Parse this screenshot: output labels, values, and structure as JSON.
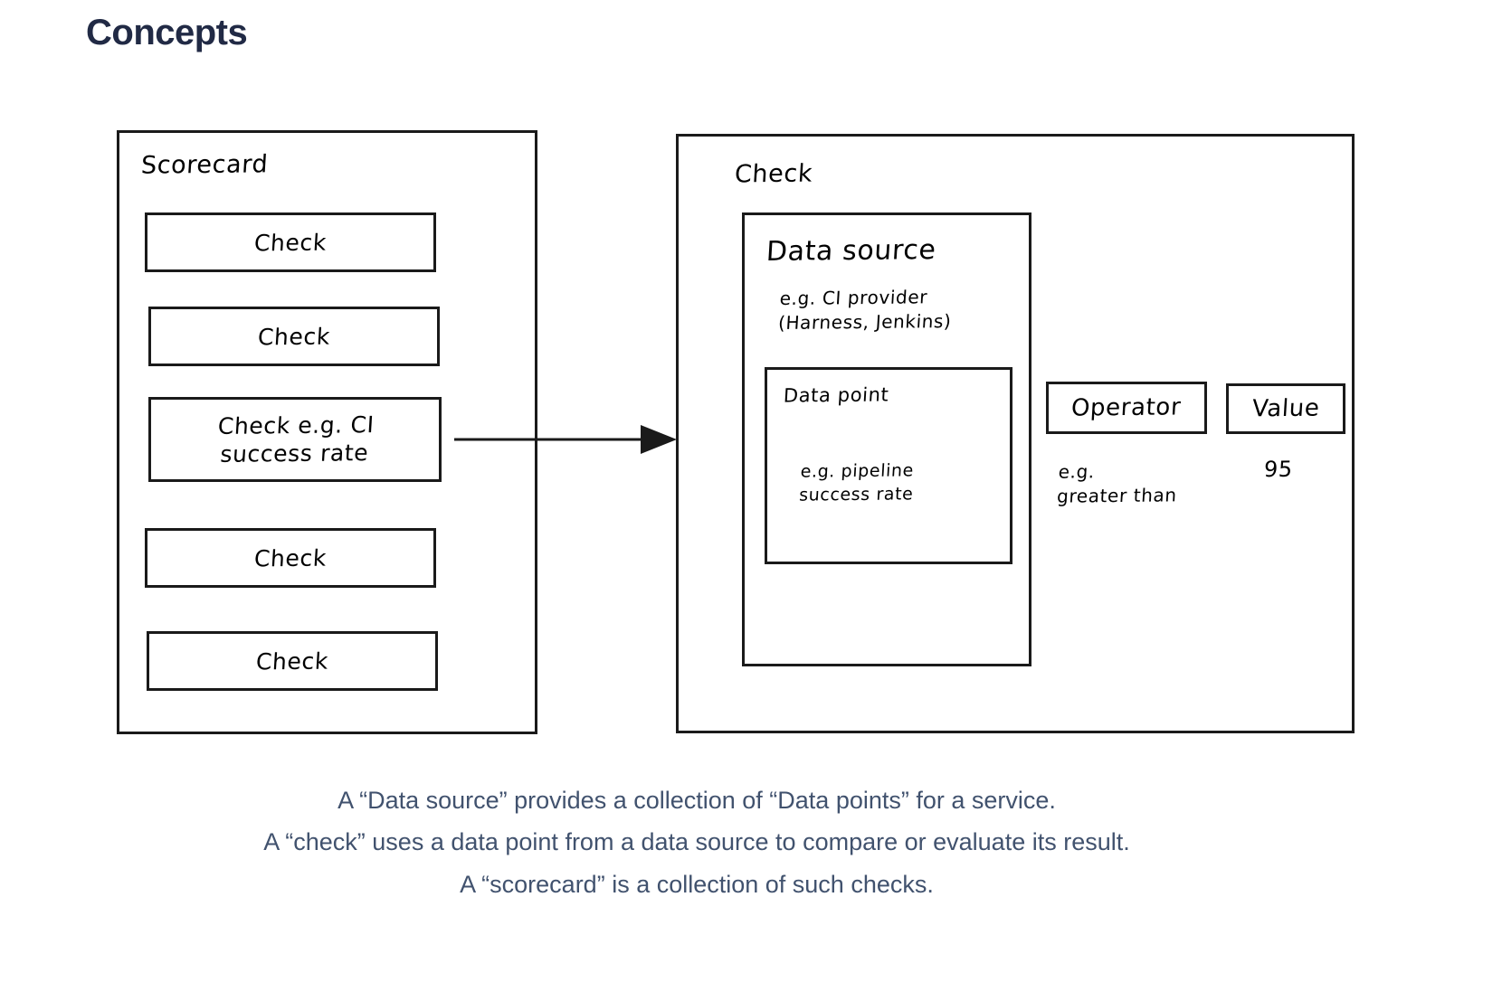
{
  "page": {
    "title": "Concepts",
    "title_color": "#212a45",
    "background": "#ffffff",
    "stroke_color": "#1a1a1a",
    "caption_color": "#41526e"
  },
  "scorecard": {
    "label": "Scorecard",
    "checks": [
      {
        "label": "Check"
      },
      {
        "label": "Check"
      },
      {
        "label": "Check e.g. CI\nsuccess rate"
      },
      {
        "label": "Check"
      },
      {
        "label": "Check"
      }
    ]
  },
  "connector": {
    "icon": "arrow-right-icon",
    "from": "scorecard-check-ci-success-rate",
    "to": "check-panel"
  },
  "check_panel": {
    "label": "Check",
    "data_source": {
      "label": "Data source",
      "example": "e.g. CI provider\n(Harness, Jenkins)",
      "data_point": {
        "label": "Data point",
        "example": "e.g. pipeline\nsuccess rate"
      }
    },
    "operator": {
      "label": "Operator",
      "example": "e.g.\ngreater than"
    },
    "value": {
      "label": "Value",
      "example": "95"
    }
  },
  "caption": {
    "lines": [
      "A “Data source” provides a collection of “Data points” for a service.",
      "A “check” uses a data point from a data source to compare or evaluate its result.",
      "A “scorecard” is a collection of such checks."
    ]
  }
}
